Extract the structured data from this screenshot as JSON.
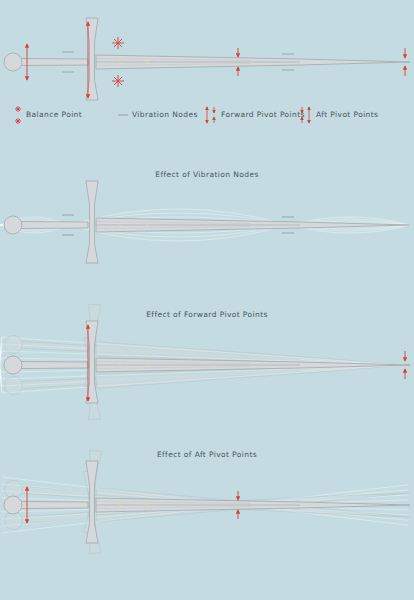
{
  "diagram": {
    "labels": [
      "Effect of Vibration Nodes",
      "Effect of Forward Pivot Points",
      "Effect of Aft Pivot Points"
    ],
    "legend": [
      {
        "text": "Balance Point"
      },
      {
        "text": "Vibration Nodes"
      },
      {
        "text": "Forward Pivot Points"
      },
      {
        "text": "Aft Pivot Points"
      }
    ]
  }
}
